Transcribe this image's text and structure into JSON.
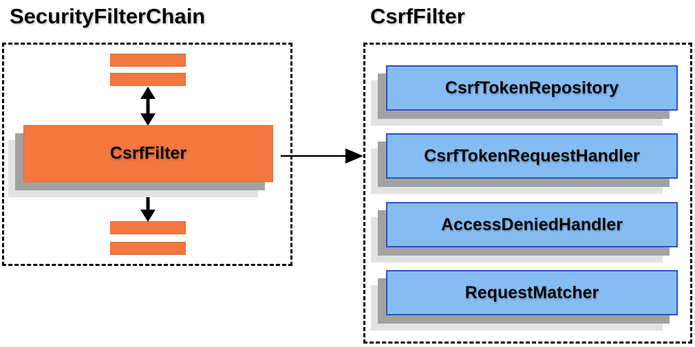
{
  "diagram": {
    "left_group": {
      "title": "SecurityFilterChain",
      "node_label": "CsrfFilter"
    },
    "right_group": {
      "title": "CsrfFilter",
      "components": [
        "CsrfTokenRepository",
        "CsrfTokenRequestHandler",
        "AccessDeniedHandler",
        "RequestMatcher"
      ]
    },
    "colors": {
      "node_orange_fill": "#F4773F",
      "node_orange_border": "#E3682F",
      "component_blue_fill": "#85BDF2",
      "component_blue_border": "#2D50C8",
      "shadow_dark": "#A2A2A2",
      "shadow_light": "#E2E2E2",
      "connector": "#000000"
    }
  }
}
